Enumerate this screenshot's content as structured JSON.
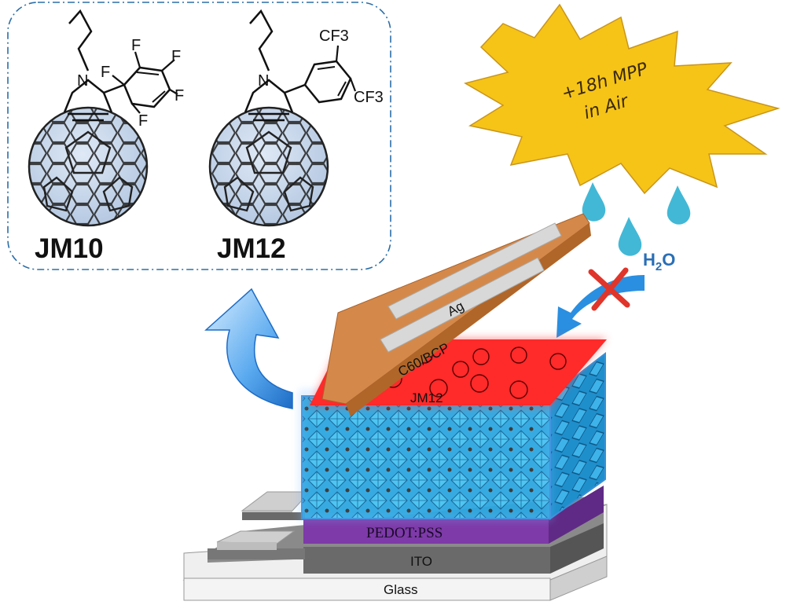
{
  "molecules": [
    {
      "name": "JM10",
      "substituents": [
        "F",
        "F",
        "F",
        "F",
        "F"
      ],
      "amine": "N"
    },
    {
      "name": "JM12",
      "substituents": [
        "CF3",
        "CF3"
      ],
      "amine": "N"
    }
  ],
  "stability_badge": {
    "line1": "+18h MPP",
    "line2": "in Air"
  },
  "water_label": {
    "main": "H",
    "sub": "2",
    "tail": "O"
  },
  "layers": {
    "ag": "Ag",
    "c60_bcp": "C60/BCP",
    "jm12": "JM12",
    "pedot": "PEDOT:PSS",
    "ito": "ITO",
    "glass": "Glass"
  },
  "colors": {
    "accent_blue": "#2a8fe0",
    "perovskite": "#2da7e0",
    "jm12_layer": "#ff2a2a",
    "ag_electrode": "#d4894a",
    "pedot": "#7d3aa8",
    "ito": "#6a6a6a",
    "glass": "#f0f0f0",
    "burst": "#f6c417"
  }
}
